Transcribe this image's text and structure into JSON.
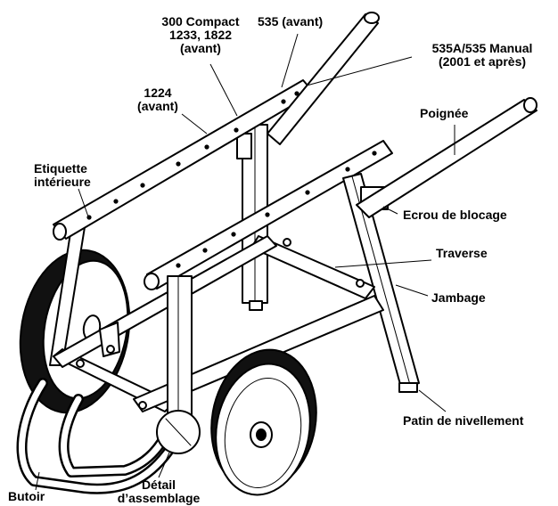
{
  "diagram": {
    "labels": {
      "compact_lines": [
        "300 Compact",
        "1233, 1822",
        "(avant)"
      ],
      "avant_535": "535 (avant)",
      "manual_lines": [
        "535A/535 Manual",
        "(2001 et après)"
      ],
      "l1224_lines": [
        "1224",
        "(avant)"
      ],
      "poignee": "Poignée",
      "etiquette_lines": [
        "Etiquette",
        "intérieure"
      ],
      "ecrou": "Ecrou de blocage",
      "traverse": "Traverse",
      "jambage": "Jambage",
      "patin": "Patin de nivellement",
      "butoir": "Butoir",
      "detail_lines": [
        "Détail",
        "d’assemblage"
      ]
    },
    "colors": {
      "ink": "#000000",
      "paper": "#ffffff"
    }
  }
}
